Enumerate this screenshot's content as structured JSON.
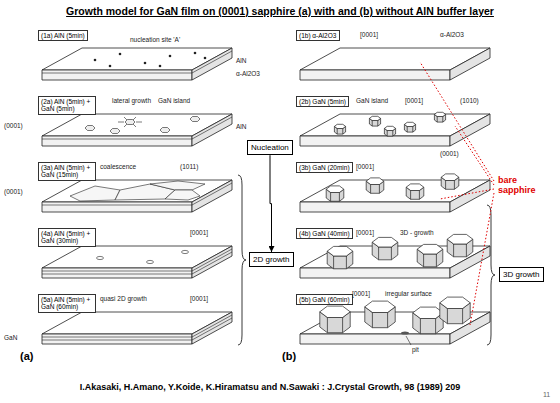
{
  "diagram": {
    "title": "Growth model for GaN film on (0001) sapphire (a) with and (b) without AlN buffer layer",
    "caption": "I.Akasaki, H.Amano, Y.Koide, K.Hiramatsu and N.Sawaki : J.Crystal Growth, 98 (1989) 209",
    "nodes": [
      {
        "text": [
          "(1a) AlN (5min)"
        ]
      },
      {
        "text": [
          "(2a) AlN (5min) + GaN (5min)"
        ]
      },
      {
        "text": [
          "(3a) AlN (5min) + GaN (15min)"
        ]
      },
      {
        "text": [
          "(4a) AlN (5min) + GaN (30min)"
        ]
      },
      {
        "text": [
          "(5a) AlN (5min) + GaN (60min)"
        ]
      },
      {
        "text": [
          "(1b) α-Al2O3"
        ]
      },
      {
        "text": [
          "(2b) GaN (5min)"
        ]
      },
      {
        "text": [
          "(3b) GaN (20min)"
        ]
      },
      {
        "text": [
          "(4b) GaN (40min)"
        ]
      },
      {
        "text": [
          "(5b) GaN (60min)"
        ]
      },
      {
        "text": [
          "Nucleation"
        ]
      },
      {
        "text": [
          "2D growth"
        ]
      },
      {
        "text": [
          "3D growth"
        ]
      }
    ],
    "edges": [
      {
        "from": 10,
        "to": 11,
        "arrow": "to"
      }
    ],
    "labels": [
      "nucleation site 'A'",
      "AlN",
      "α-Al2O3",
      "(0001)",
      "lateral growth",
      "GaN island",
      "AlN",
      "coalescence",
      "(1011)",
      "(0001)",
      "[0001]",
      "quasi 2D growth",
      "[0001]",
      "GaN",
      "(a)",
      "[0001]",
      "α-Al2O3",
      "GaN island",
      "[0001]",
      "(1010)",
      "(0001)",
      "[0001]",
      "3D - growth",
      "[0001]",
      "irregular surface",
      "[0001]",
      "pit",
      "(b)",
      "bare sapphire",
      "11"
    ]
  }
}
